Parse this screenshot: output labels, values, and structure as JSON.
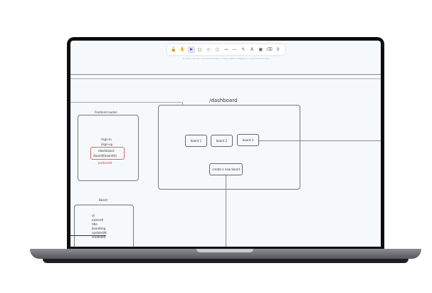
{
  "toolbar": {
    "tools": [
      {
        "name": "lock",
        "glyph": "🔓"
      },
      {
        "name": "hand",
        "glyph": "✋"
      },
      {
        "name": "selection",
        "glyph": "➤"
      },
      {
        "name": "rectangle",
        "glyph": "□"
      },
      {
        "name": "diamond",
        "glyph": "◇"
      },
      {
        "name": "ellipse",
        "glyph": "○"
      },
      {
        "name": "arrow",
        "glyph": "→"
      },
      {
        "name": "line",
        "glyph": "—"
      },
      {
        "name": "draw",
        "glyph": "✎"
      },
      {
        "name": "text",
        "glyph": "A"
      },
      {
        "name": "image",
        "glyph": "▣"
      },
      {
        "name": "eraser",
        "glyph": "⌫"
      },
      {
        "name": "library",
        "glyph": "⚲"
      }
    ]
  },
  "hint": "To move canvas, hold Scroll wheel or Space while dragging, or use the hand tool",
  "frontend": {
    "title": "Frontend routes",
    "routes": [
      "/sign-in",
      "/sign-up"
    ],
    "protected_routes": [
      "/dashboard",
      "/board/[boardId]"
    ],
    "protected_label": "protected"
  },
  "dashboard": {
    "title": "/dashboard",
    "boards": [
      "board 1",
      "board 2",
      "board 3"
    ],
    "create": "create a new board"
  },
  "board": {
    "title": "Board",
    "fields": [
      "id",
      "ownerId",
      "title",
      "boardImg",
      "updatedAt",
      "createdAt"
    ]
  }
}
